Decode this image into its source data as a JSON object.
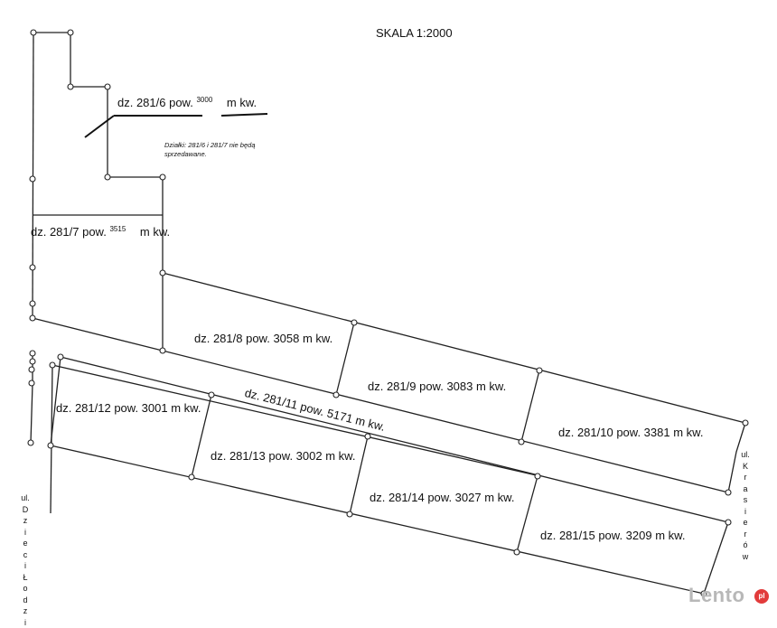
{
  "scale_label": "SKALA 1:2000",
  "plots": {
    "p6": {
      "prefix": "dz. 281/6 pow.",
      "area": "3000",
      "unit": "m kw."
    },
    "p7": {
      "prefix": "dz. 281/7 pow.",
      "area": "3515",
      "unit": "m kw."
    },
    "p8": "dz. 281/8 pow. 3058 m kw.",
    "p9": "dz. 281/9 pow. 3083 m kw.",
    "p10": "dz. 281/10 pow. 3381 m kw.",
    "p11": "dz. 281/11 pow. 5171 m kw.",
    "p12": "dz. 281/12 pow. 3001 m kw.",
    "p13": "dz. 281/13 pow. 3002 m kw.",
    "p14": "dz. 281/14 pow. 3027 m kw.",
    "p15": "dz. 281/15 pow. 3209 m kw."
  },
  "note": {
    "line1": "Działki: 281/6 i 281/7 nie będą",
    "line2": "sprzedawane."
  },
  "streets": {
    "left": [
      "ul.",
      "D",
      "z",
      "i",
      "e",
      "c",
      "i",
      "Ł",
      "o",
      "d",
      "z",
      "i"
    ],
    "right": [
      "ul.",
      "K",
      "r",
      "a",
      "s",
      "i",
      "e",
      "r",
      "ó",
      "w"
    ]
  },
  "watermark": {
    "text": "Lento",
    "badge": "pl",
    "color": "#e23b3b"
  }
}
